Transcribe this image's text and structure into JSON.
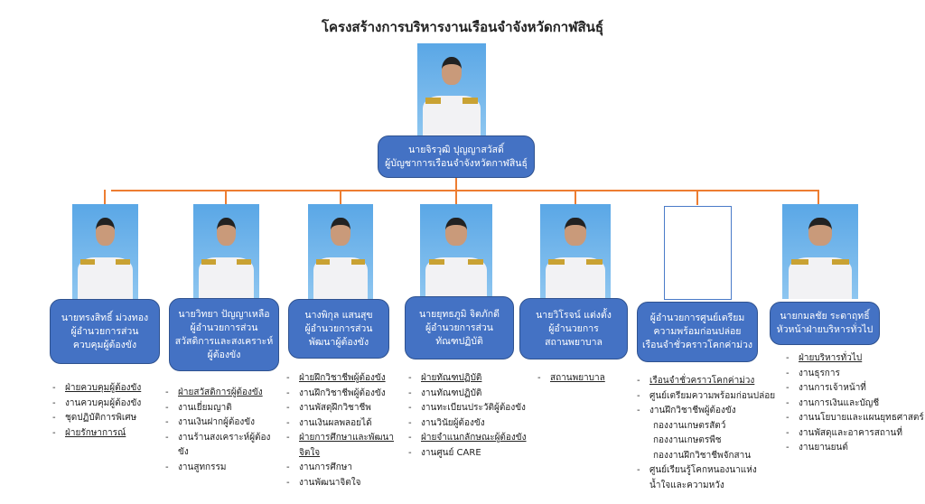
{
  "title": "โครงสร้างการบริหารงานเรือนจำจังหวัดกาฬสินธุ์",
  "head": {
    "name": "นายจิรวุฒิ  ปุญญาสวัสดิ์",
    "position": "ผู้บัญชาการเรือนจำจังหวัดกาฬสินธุ์"
  },
  "colors": {
    "box": "#4472c4",
    "connector": "#ed7d31"
  },
  "units": [
    {
      "lines": [
        "นายทรงสิทธิ์  ม่วงทอง",
        "ผู้อำนวยการส่วน",
        "ควบคุมผู้ต้องขัง"
      ],
      "items": [
        {
          "t": "ฝ่ายควบคุมผู้ต้องขัง",
          "u": true
        },
        {
          "t": "งานควบคุมผู้ต้องขัง"
        },
        {
          "t": "ชุดปฏิบัติการพิเศษ"
        },
        {
          "t": "ฝ่ายรักษาการณ์",
          "u": true
        }
      ]
    },
    {
      "lines": [
        "นายวิทยา  ปัญญาเหลือ",
        "ผู้อำนวยการส่วน",
        "สวัสดิการและสงเคราะห์",
        "ผู้ต้องขัง"
      ],
      "items": [
        {
          "t": "ฝ่ายสวัสดิการผู้ต้องขัง",
          "u": true
        },
        {
          "t": "งานเยี่ยมญาติ"
        },
        {
          "t": "งานเงินฝากผู้ต้องขัง"
        },
        {
          "t": "งานร้านสงเคราะห์ผู้ต้องขัง"
        },
        {
          "t": "งานสูทกรรม"
        }
      ]
    },
    {
      "lines": [
        "นางพิกุล  แสนสุข",
        "ผู้อำนวยการส่วน",
        "พัฒนาผู้ต้องขัง"
      ],
      "items": [
        {
          "t": "ฝ่ายฝึกวิชาชีพผู้ต้องขัง",
          "u": true
        },
        {
          "t": "งานฝึกวิชาชีพผู้ต้องขัง"
        },
        {
          "t": "งานพัสดุฝึกวิชาชีพ"
        },
        {
          "t": "งานเงินผลพลอยได้"
        },
        {
          "t": "ฝ่ายการศึกษาและพัฒนาจิตใจ",
          "u": true
        },
        {
          "t": "งานการศึกษา"
        },
        {
          "t": "งานพัฒนาจิตใจ"
        }
      ]
    },
    {
      "lines": [
        "นายยุทธภูมิ  จิตภักดี",
        "ผู้อำนวยการส่วน",
        "ทัณฑปฏิบัติ"
      ],
      "items": [
        {
          "t": "ฝ่ายทัณฑปฏิบัติ",
          "u": true
        },
        {
          "t": "งานทัณฑปฏิบัติ"
        },
        {
          "t": "งานทะเบียนประวัติผู้ต้องขัง"
        },
        {
          "t": "งานวินัยผู้ต้องขัง"
        },
        {
          "t": "ฝ่ายจำแนกลักษณะผู้ต้องขัง",
          "u": true
        },
        {
          "t": "งานศูนย์ CARE"
        }
      ]
    },
    {
      "lines": [
        "นายวิโรจน์  แต่งตั้ง",
        "ผู้อำนวยการ",
        "สถานพยาบาล"
      ],
      "items": [
        {
          "t": "สถานพยาบาล",
          "u": true
        }
      ]
    },
    {
      "lines": [
        "ผู้อำนวยการศูนย์เตรียม",
        "ความพร้อมก่อนปล่อย",
        "เรือนจำชั่วคราวโคกค่าม่วง"
      ],
      "items": [
        {
          "t": "เรือนจำชั่วคราวโคกค่าม่วง",
          "u": true
        },
        {
          "t": "ศูนย์เตรียมความพร้อมก่อนปล่อย"
        },
        {
          "t": "งานฝึกวิชาชีพผู้ต้องขัง"
        },
        {
          "t": "กองงานเกษตรสัตว์",
          "ind": true
        },
        {
          "t": "กองงานเกษตรพืช",
          "ind": true
        },
        {
          "t": "กองงานฝึกวิชาชีพจักสาน",
          "ind": true
        },
        {
          "t": "ศูนย์เรียนรู้โคกหนองนาแห่งน้ำใจและความหวัง"
        }
      ]
    },
    {
      "lines": [
        "นายกมลชัย  ระดาฤทธิ์",
        "หัวหน้าฝ่ายบริหารทั่วไป"
      ],
      "items": [
        {
          "t": "ฝ่ายบริหารทั่วไป",
          "u": true
        },
        {
          "t": "งานธุรการ"
        },
        {
          "t": "งานการเจ้าหน้าที่"
        },
        {
          "t": "งานการเงินและบัญชี"
        },
        {
          "t": "งานนโยบายและแผนยุทธศาสตร์"
        },
        {
          "t": "งานพัสดุและอาคารสถานที่"
        },
        {
          "t": "งานยานยนต์"
        }
      ]
    }
  ]
}
